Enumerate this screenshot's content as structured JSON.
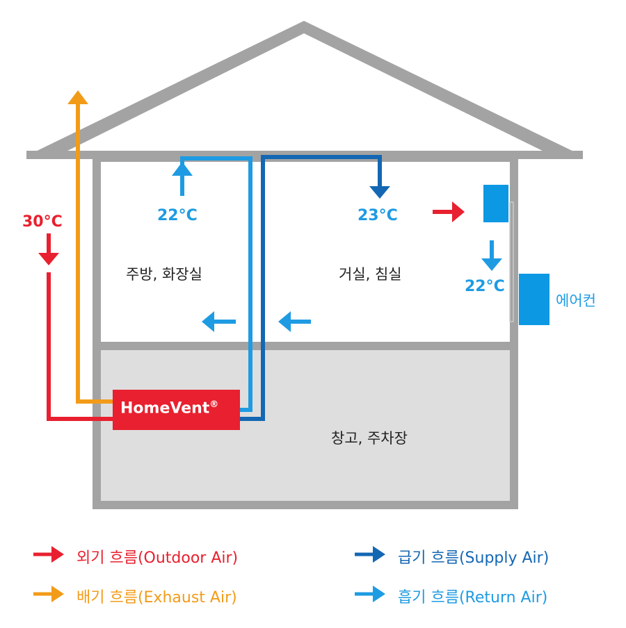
{
  "colors": {
    "outdoor": "#e8202f",
    "exhaust": "#f29b18",
    "supply": "#1467b3",
    "return": "#1e9be2",
    "house_outline": "#a3a3a3",
    "basement_fill": "#dedede",
    "unit_box": "#e8202f",
    "aircon": "#0d98e3"
  },
  "temperatures": {
    "outdoor": "30°C",
    "kitchen_return": "22°C",
    "living_supply": "23°C",
    "aircon_out": "22°C"
  },
  "rooms": {
    "kitchen": "주방, 화장실",
    "living": "거실, 침실",
    "basement": "창고, 주차장"
  },
  "unit": {
    "name": "HomeVent",
    "mark": "®"
  },
  "aircon": {
    "label": "에어컨"
  },
  "legend": [
    {
      "key": "outdoor",
      "label": "외기 흐름(Outdoor Air)"
    },
    {
      "key": "supply",
      "label": "급기 흐름(Supply Air)"
    },
    {
      "key": "exhaust",
      "label": "배기 흐름(Exhaust Air)"
    },
    {
      "key": "return",
      "label": "흡기 흐름(Return Air)"
    }
  ],
  "icons": {
    "flow_arrow": "arrow-icon",
    "aircon_unit": "air-conditioner-icon"
  }
}
